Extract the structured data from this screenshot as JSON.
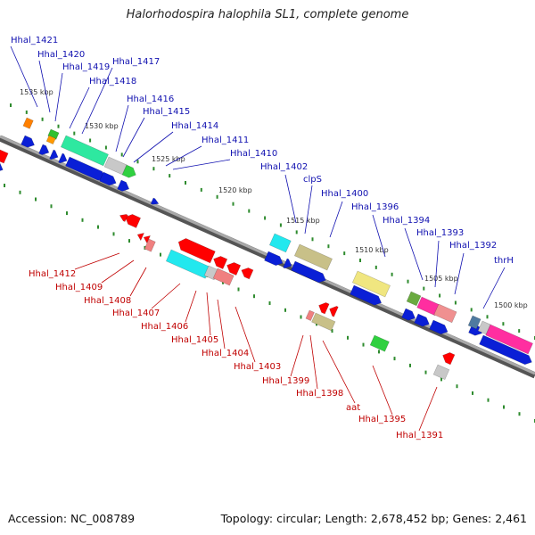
{
  "title": "Halorhodospira halophila SL1, complete genome",
  "accession": "Accession: NC_008789",
  "topology": "Topology: circular; Length: 2,678,452 bp; Genes: 2,461",
  "ticks": [
    "1535 kbp",
    "1530 kbp",
    "1525 kbp",
    "1520 kbp",
    "1515 kbp",
    "1510 kbp",
    "1505 kbp",
    "1500 kbp"
  ],
  "colors": {
    "forward_label": "#1010b0",
    "reverse_label": "#c00000",
    "backbone": "#888888",
    "tick": "#2e8b2e"
  },
  "forward_genes": [
    "Hhal_1421",
    "Hhal_1420",
    "Hhal_1419",
    "Hhal_1418",
    "Hhal_1417",
    "Hhal_1416",
    "Hhal_1415",
    "Hhal_1414",
    "Hhal_1411",
    "Hhal_1410",
    "Hhal_1402",
    "clpS",
    "Hhal_1400",
    "Hhal_1396",
    "Hhal_1394",
    "Hhal_1393",
    "Hhal_1392",
    "thrH"
  ],
  "reverse_genes": [
    "Hhal_1412",
    "Hhal_1409",
    "Hhal_1408",
    "Hhal_1407",
    "Hhal_1406",
    "Hhal_1405",
    "Hhal_1404",
    "Hhal_1403",
    "Hhal_1399",
    "Hhal_1398",
    "aat",
    "Hhal_1395",
    "Hhal_1391"
  ]
}
